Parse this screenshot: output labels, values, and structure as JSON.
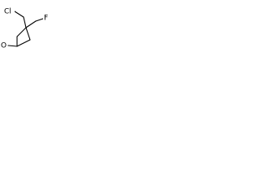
{
  "molecule": {
    "atoms": {
      "chlorine": "Cl",
      "fluorine": "F",
      "oxygen": "O"
    }
  },
  "colors": {
    "background": "#ffffff",
    "ink": "#000000"
  }
}
